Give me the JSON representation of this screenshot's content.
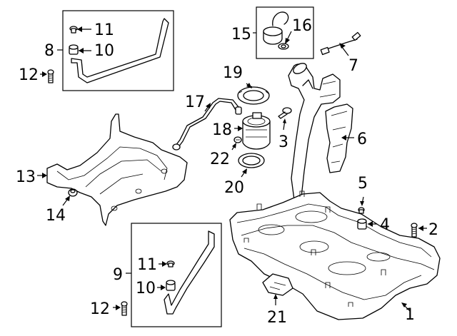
{
  "diagram": {
    "callouts": {
      "c1": "1",
      "c2": "2",
      "c3": "3",
      "c4": "4",
      "c5": "5",
      "c6": "6",
      "c7": "7",
      "c8": "8",
      "c9": "9",
      "c10a": "10",
      "c10b": "10",
      "c11a": "11",
      "c11b": "11",
      "c12a": "12",
      "c12b": "12",
      "c13": "13",
      "c14": "14",
      "c15": "15",
      "c16": "16",
      "c17": "17",
      "c18": "18",
      "c19": "19",
      "c20": "20",
      "c21": "21",
      "c22": "22"
    }
  }
}
